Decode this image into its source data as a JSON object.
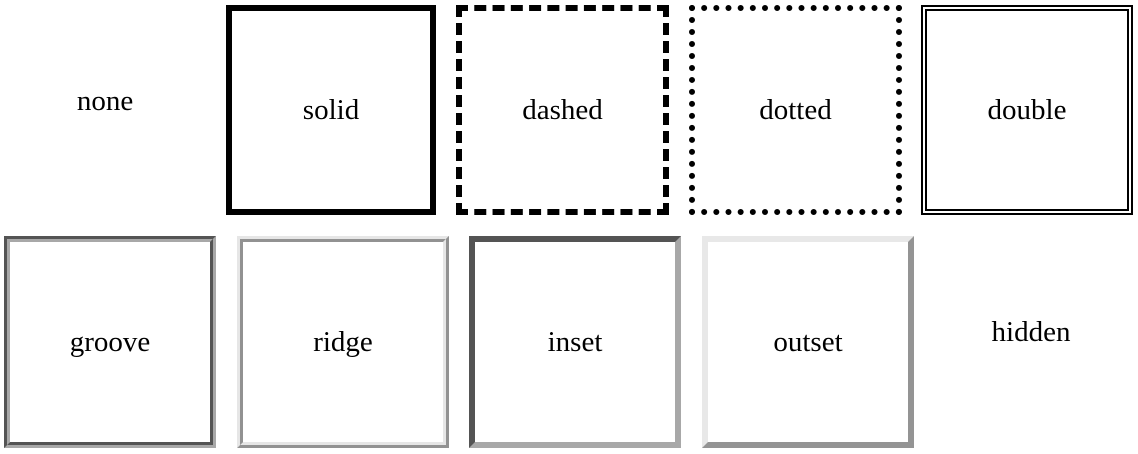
{
  "boxes": {
    "none": {
      "label": "none",
      "border_color": "#000000"
    },
    "solid": {
      "label": "solid",
      "border_color": "#000000"
    },
    "dashed": {
      "label": "dashed",
      "border_color": "#000000"
    },
    "dotted": {
      "label": "dotted",
      "border_color": "#000000"
    },
    "double": {
      "label": "double",
      "border_color": "#000000"
    },
    "groove": {
      "label": "groove",
      "border_color": "#a8a8a8"
    },
    "ridge": {
      "label": "ridge",
      "border_color": "#e6e6e6"
    },
    "inset": {
      "label": "inset",
      "border_color": "#a8a8a8"
    },
    "outset": {
      "label": "outset",
      "border_color": "#e8e8e8"
    },
    "hidden": {
      "label": "hidden",
      "border_color": "#000000"
    }
  }
}
